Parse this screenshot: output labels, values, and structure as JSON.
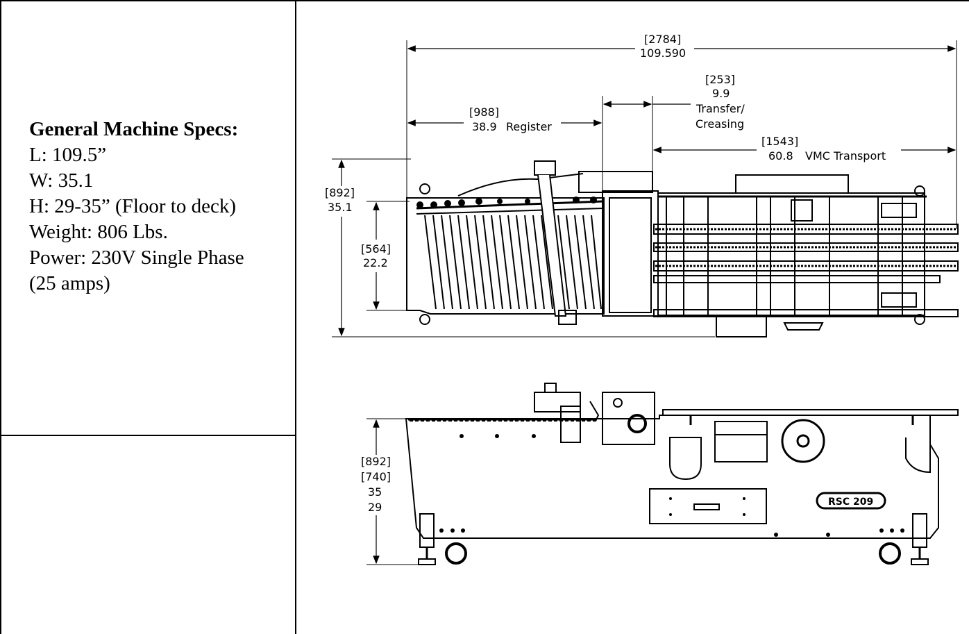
{
  "specs": {
    "title": "General Machine Specs:",
    "lines": [
      "L: 109.5”",
      "W: 35.1",
      "H: 29-35” (Floor to deck)",
      "Weight: 806 Lbs.",
      "Power: 230V Single Phase",
      "(25 amps)"
    ]
  },
  "top_view": {
    "overall": {
      "mm": "[2784]",
      "in": "109.590"
    },
    "transfer": {
      "mm": "[253]",
      "in": "9.9",
      "label_1": "Transfer/",
      "label_2": "Creasing"
    },
    "register": {
      "mm": "[988]",
      "in": "38.9",
      "label": "Register"
    },
    "transport": {
      "mm": "[1543]",
      "in": "60.8",
      "label": "VMC Transport"
    },
    "width_outer": {
      "mm": "[892]",
      "in": "35.1"
    },
    "width_inner": {
      "mm": "[564]",
      "in": "22.2"
    }
  },
  "side_view": {
    "height": {
      "mm_max": "[892]",
      "mm_min": "[740]",
      "in_max": "35",
      "in_min": "29"
    },
    "nameplate": "RSC 209"
  }
}
